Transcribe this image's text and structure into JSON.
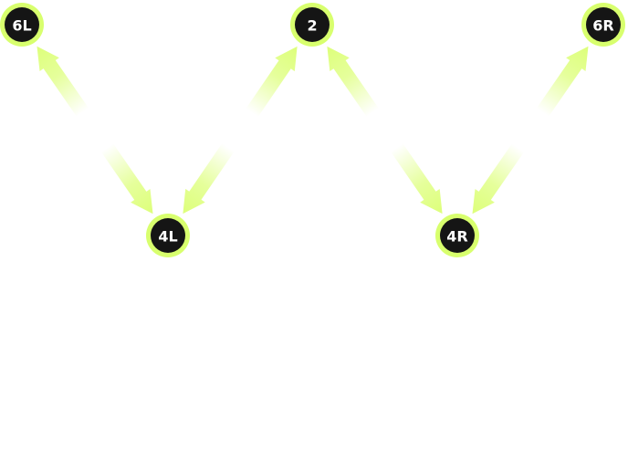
{
  "colors": {
    "node_fill": "#151515",
    "node_ring": "#d8ff6e",
    "node_text": "#ffffff",
    "arrow": "#ddff7a",
    "background": "#ffffff"
  },
  "nodes": [
    {
      "id": "6L",
      "label": "6L"
    },
    {
      "id": "2",
      "label": "2"
    },
    {
      "id": "6R",
      "label": "6R"
    },
    {
      "id": "4L",
      "label": "4L"
    },
    {
      "id": "4R",
      "label": "4R"
    }
  ],
  "connections": [
    {
      "from": "4L",
      "to": "6L"
    },
    {
      "from": "6L",
      "to": "4L"
    },
    {
      "from": "2",
      "to": "4L"
    },
    {
      "from": "4L",
      "to": "2"
    },
    {
      "from": "2",
      "to": "4R"
    },
    {
      "from": "4R",
      "to": "2"
    },
    {
      "from": "6R",
      "to": "4R"
    },
    {
      "from": "4R",
      "to": "6R"
    }
  ]
}
